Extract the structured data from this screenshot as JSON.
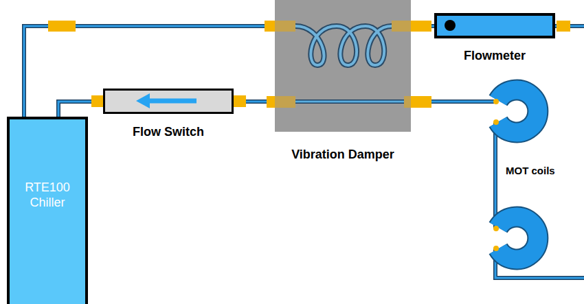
{
  "diagram": {
    "nodes": [
      {
        "text": [
          "RTE100 Chiller"
        ]
      },
      {
        "text": [
          "Flow Switch"
        ]
      },
      {
        "text": [
          "Vibration Damper"
        ]
      },
      {
        "text": [
          "Flowmeter"
        ]
      },
      {
        "text": [
          "MOT coils"
        ]
      }
    ],
    "edges": [
      {
        "from": 0,
        "to": 2,
        "arrow": "none"
      },
      {
        "from": 2,
        "to": 3,
        "arrow": "none"
      },
      {
        "from": 4,
        "to": 2,
        "arrow": "none"
      },
      {
        "from": 2,
        "to": 1,
        "arrow": "none"
      },
      {
        "from": 1,
        "to": 0,
        "arrow": "none"
      }
    ]
  }
}
